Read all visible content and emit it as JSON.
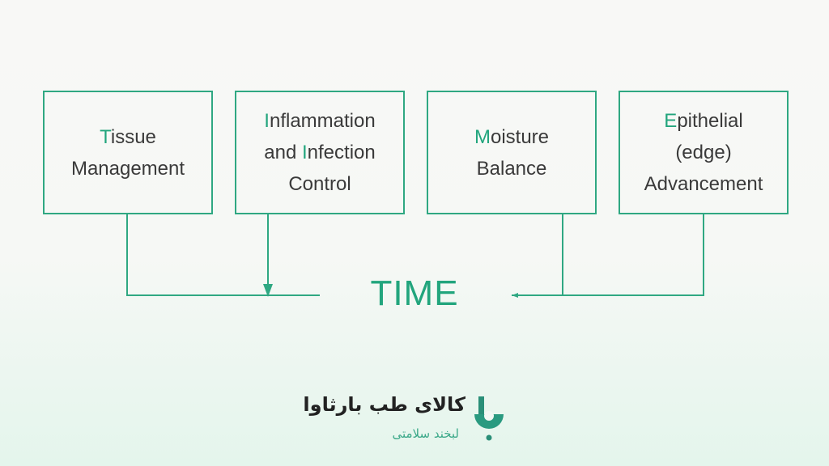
{
  "boxes": [
    {
      "lines": [
        {
          "hl": "T",
          "rest": "issue"
        },
        {
          "hl": "",
          "rest": "Management"
        }
      ]
    },
    {
      "lines": [
        {
          "hl": "I",
          "rest": "nflammation"
        },
        {
          "hl": "",
          "rest": "and "
        },
        {
          "hl": "",
          "rest": "Control"
        }
      ],
      "line2b": {
        "hl": "I",
        "rest": "nfection"
      }
    },
    {
      "lines": [
        {
          "hl": "M",
          "rest": "oisture"
        },
        {
          "hl": "",
          "rest": "Balance"
        }
      ]
    },
    {
      "lines": [
        {
          "hl": "E",
          "rest": "pithelial"
        },
        {
          "hl": "",
          "rest": "(edge)"
        },
        {
          "hl": "",
          "rest": "Advancement"
        }
      ]
    }
  ],
  "center_label": "TIME",
  "logo": {
    "brand": "کالای طب بارثاوا",
    "slogan": "لبخند سلامتی"
  },
  "colors": {
    "accent": "#22a57d",
    "text": "#3a3a3a"
  }
}
